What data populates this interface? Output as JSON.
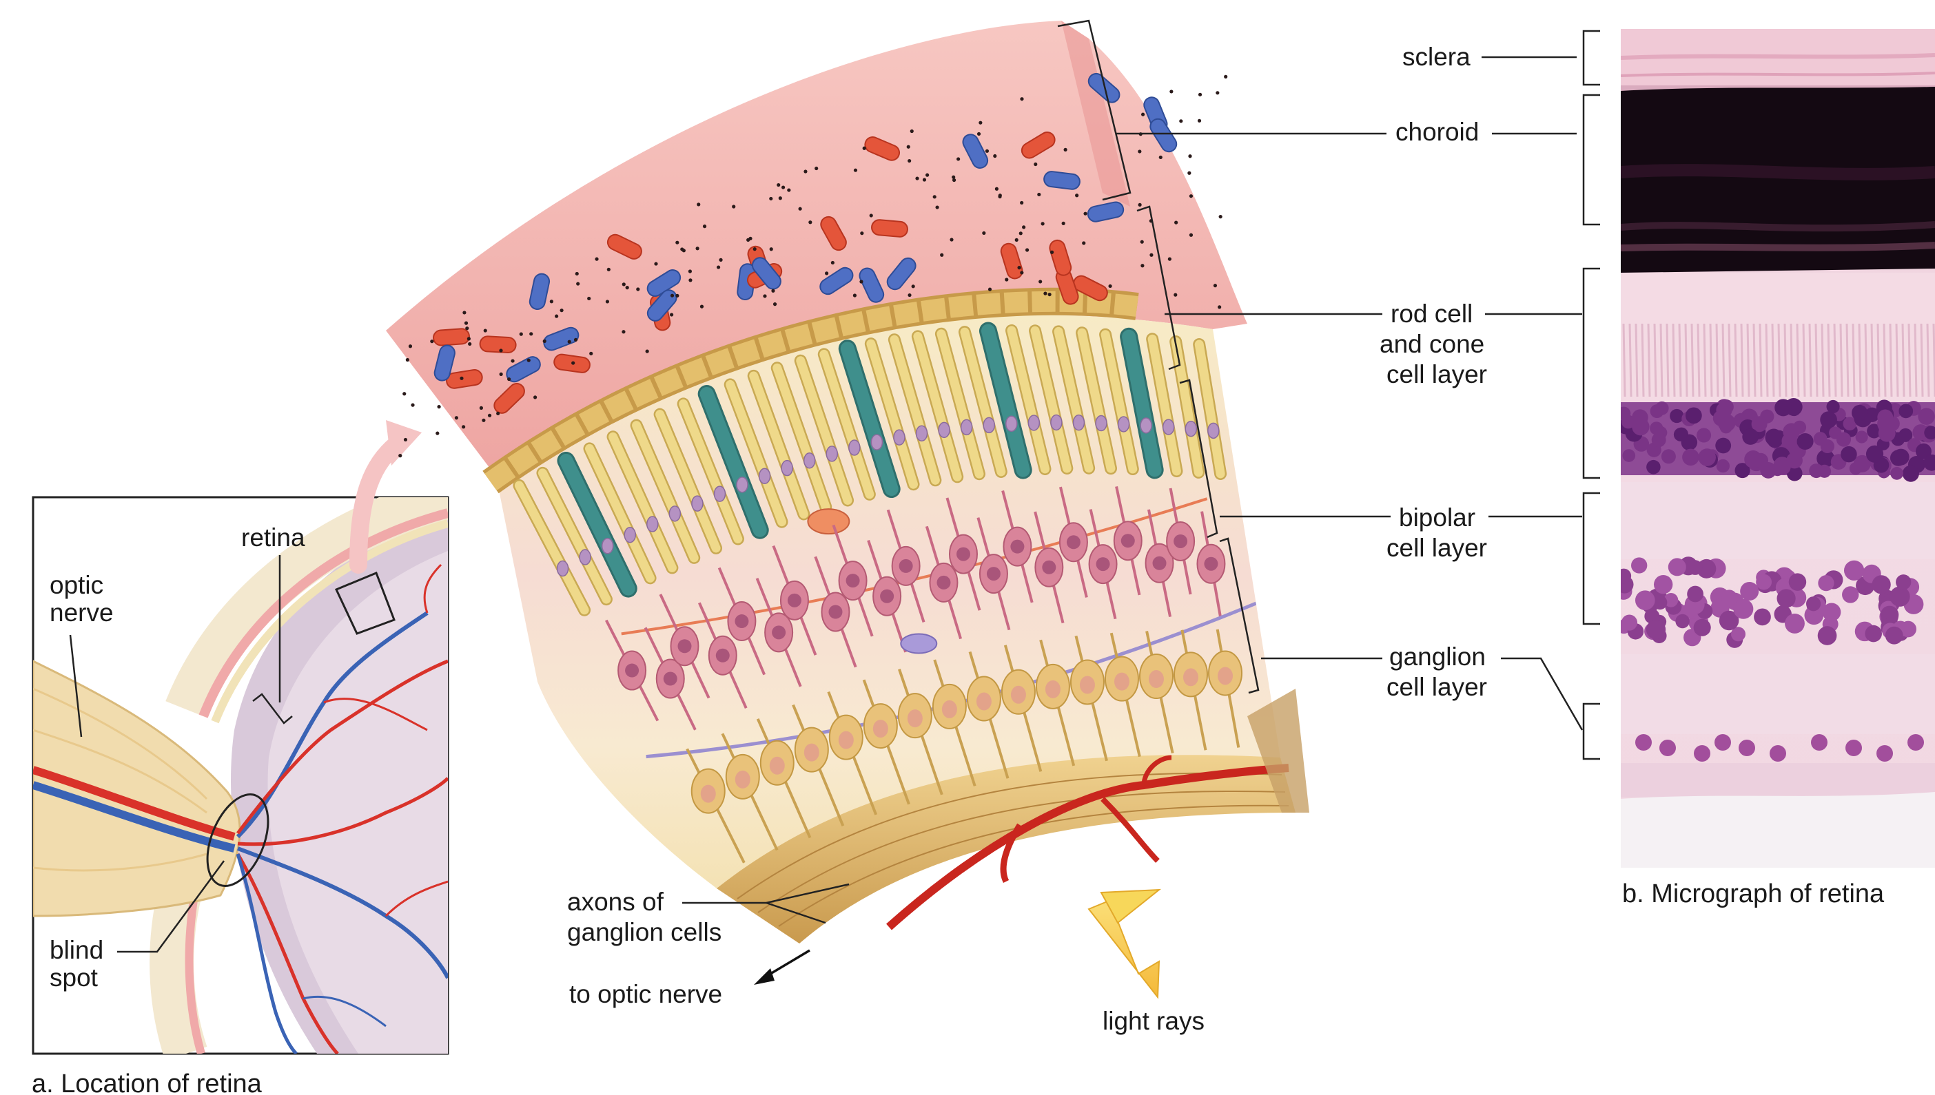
{
  "panel_a": {
    "caption": "a. Location of retina",
    "labels": {
      "retina": "retina",
      "optic_nerve_1": "optic",
      "optic_nerve_2": "nerve",
      "blind_spot_1": "blind",
      "blind_spot_2": "spot"
    }
  },
  "center": {
    "labels": {
      "axons_1": "axons of",
      "axons_2": "ganglion cells",
      "to_optic_nerve": "to optic nerve",
      "light_rays": "light rays"
    }
  },
  "layers": {
    "sclera": "sclera",
    "choroid": "choroid",
    "rod_cone_1": "rod cell",
    "rod_cone_2": "and cone",
    "rod_cone_3": "cell layer",
    "bipolar_1": "bipolar",
    "bipolar_2": "cell layer",
    "ganglion_1": "ganglion",
    "ganglion_2": "cell layer"
  },
  "panel_b": {
    "caption": "b. Micrograph of retina"
  },
  "colors": {
    "choroid_pink": "#f3b3b0",
    "rod_cell_yellow": "#efd98a",
    "cone_cell_teal": "#3f8f8c",
    "bipolar_pink": "#d9849a",
    "ganglion_gold": "#e9c27a",
    "artery_red": "#d9322a",
    "vein_blue": "#3a63b5",
    "light_arrow_yellow": "#f6cf3c",
    "micrograph_purple": "#5a1f6e"
  }
}
